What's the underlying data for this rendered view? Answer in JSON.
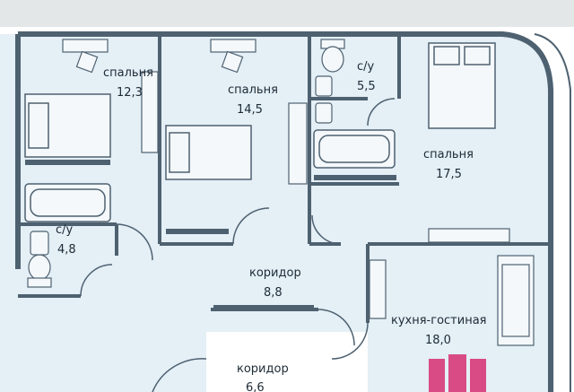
{
  "colors": {
    "wall": "#4e6170",
    "floor": "#e4eff6",
    "accent_pink": "#d94b84"
  },
  "rooms": [
    {
      "id": "bedroom1",
      "name": "спальня",
      "area": "12,3"
    },
    {
      "id": "bedroom2",
      "name": "спальня",
      "area": "14,5"
    },
    {
      "id": "bath1",
      "name": "с/у",
      "area": "5,5"
    },
    {
      "id": "bedroom3",
      "name": "спальня",
      "area": "17,5"
    },
    {
      "id": "bath2",
      "name": "с/у",
      "area": "4,8"
    },
    {
      "id": "corridor1",
      "name": "коридор",
      "area": "8,8"
    },
    {
      "id": "kitchen",
      "name": "кухня-гостиная",
      "area": "18,0"
    },
    {
      "id": "corridor2",
      "name": "коридор",
      "area": "6,6"
    }
  ]
}
